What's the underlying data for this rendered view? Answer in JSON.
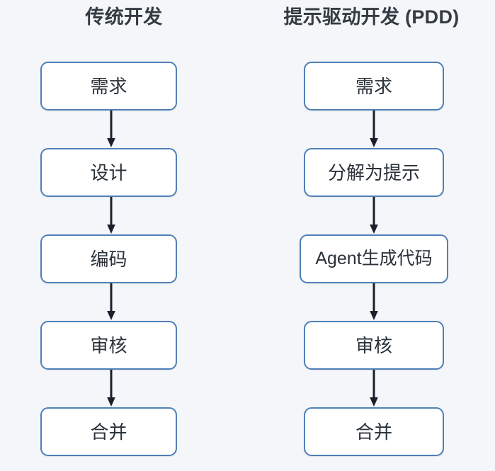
{
  "diagram": {
    "type": "flowchart",
    "orientation": "top-to-bottom",
    "background_color": "#f4f6f9",
    "node_border_color": "#5080b8",
    "node_fill_color": "#ffffff",
    "node_text_color": "#2b3239",
    "title_text_color": "#343b43",
    "arrow_color": "#1a1f2b",
    "columns": [
      {
        "id": "traditional",
        "title": "传统开发",
        "nodes": [
          {
            "id": "t1",
            "label": "需求"
          },
          {
            "id": "t2",
            "label": "设计"
          },
          {
            "id": "t3",
            "label": "编码"
          },
          {
            "id": "t4",
            "label": "审核"
          },
          {
            "id": "t5",
            "label": "合并"
          }
        ],
        "edges": [
          {
            "from": "t1",
            "to": "t2"
          },
          {
            "from": "t2",
            "to": "t3"
          },
          {
            "from": "t3",
            "to": "t4"
          },
          {
            "from": "t4",
            "to": "t5"
          }
        ]
      },
      {
        "id": "pdd",
        "title": "提示驱动开发 (PDD)",
        "nodes": [
          {
            "id": "p1",
            "label": "需求"
          },
          {
            "id": "p2",
            "label": "分解为提示"
          },
          {
            "id": "p3",
            "label": "Agent生成代码"
          },
          {
            "id": "p4",
            "label": "审核"
          },
          {
            "id": "p5",
            "label": "合并"
          }
        ],
        "edges": [
          {
            "from": "p1",
            "to": "p2"
          },
          {
            "from": "p2",
            "to": "p3"
          },
          {
            "from": "p3",
            "to": "p4"
          },
          {
            "from": "p4",
            "to": "p5"
          }
        ]
      }
    ]
  }
}
